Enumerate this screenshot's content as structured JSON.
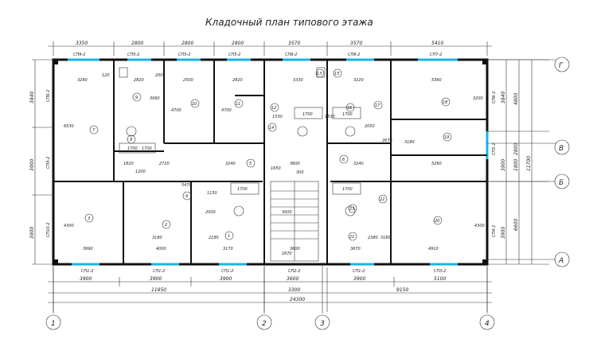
{
  "title": "Кладочный план типового этажа",
  "top_dims": [
    "3350",
    "2800",
    "2800",
    "2800",
    "3570",
    "3570",
    "5410"
  ],
  "top_windows": [
    "СП9-2",
    "СП5-2",
    "СП5-2",
    "СП5-2",
    "СП8-2",
    "СП8-2",
    "СП7-2"
  ],
  "bottom_windows": [
    "СП1-2",
    "СП1-2",
    "СП1-2",
    "СП2-2",
    "СП1-2",
    "СП3-2"
  ],
  "bottom_dims": [
    "3900",
    "3900",
    "3900",
    "3600",
    "3900",
    "5100"
  ],
  "bottom_totals": [
    "11850",
    "3300",
    "9150"
  ],
  "overall_width": "24300",
  "left_dims": [
    "3840",
    "3900",
    "3900"
  ],
  "left_windows": [
    "СП6-2",
    "СП4-2",
    "СП10-2"
  ],
  "right_dims_a": [
    "3840",
    "3900",
    "3900"
  ],
  "right_dims_b": [
    "4800",
    "2800",
    "1800",
    "6600"
  ],
  "right_total": "11700",
  "right_windows": [
    "СП6-2",
    "СП5-2",
    "СП4-2"
  ],
  "axes_vertical": [
    "1",
    "2",
    "3",
    "4"
  ],
  "axes_horizontal": [
    "Г",
    "В",
    "Б",
    "А"
  ],
  "rooms": [
    "7",
    "8",
    "9",
    "10",
    "11",
    "12",
    "13",
    "14",
    "15",
    "16",
    "17",
    "18",
    "19",
    "20",
    "21",
    "22",
    "23",
    "1",
    "2",
    "3",
    "4",
    "5",
    "6"
  ],
  "interior_dims": [
    "3290",
    "2820",
    "2500",
    "2820",
    "3330",
    "3220",
    "5360",
    "6530",
    "1820",
    "2720",
    "3240",
    "3600",
    "3240",
    "5470",
    "5260",
    "4300",
    "3990",
    "4000",
    "3170",
    "3600",
    "3670",
    "4910",
    "4300",
    "1150",
    "2670",
    "4700",
    "4700",
    "3060",
    "3200",
    "3180",
    "3180",
    "3180",
    "2180",
    "2380",
    "1700",
    "1700",
    "1700",
    "1700",
    "1700",
    "1700",
    "1530",
    "1530",
    "120",
    "200",
    "300",
    "1650",
    "1200",
    "2050",
    "2000",
    "3000",
    "1670"
  ]
}
